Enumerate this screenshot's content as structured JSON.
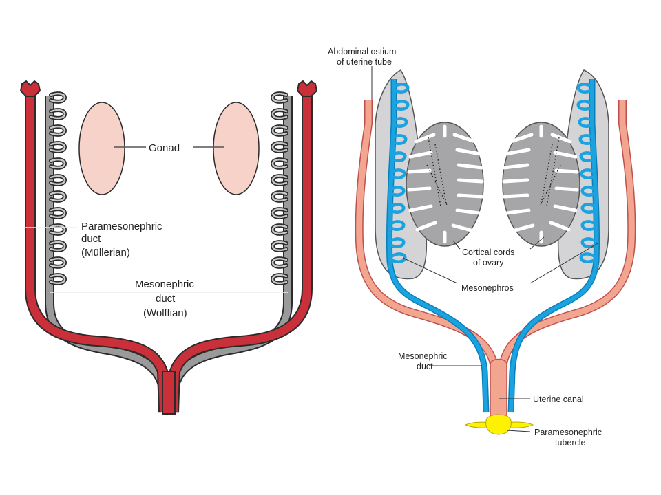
{
  "left_figure": {
    "labels": {
      "gonad": "Gonad",
      "paramesonephric_line1": "Paramesonephric",
      "paramesonephric_line2": "duct",
      "paramesonephric_line3": "(Müllerian)",
      "mesonephric_line1": "Mesonephric",
      "mesonephric_line2": "duct",
      "mesonephric_line3": "(Wolffian)"
    },
    "colors": {
      "paramesonephric_duct": "#c9303a",
      "mesonephric_duct": "#8f8f8f",
      "gonad": "#f6d2c9",
      "outline": "#2b2b2b"
    }
  },
  "right_figure": {
    "labels": {
      "abdominal_ostium_line1": "Abdominal ostium",
      "abdominal_ostium_line2": "of uterine tube",
      "cortical_cords_line1": "Cortical cords",
      "cortical_cords_line2": "of ovary",
      "mesonephros": "Mesonephros",
      "mesonephric_duct_line1": "Mesonephric",
      "mesonephric_duct_line2": "duct",
      "uterine_canal": "Uterine canal",
      "paramesonephric_tubercle_line1": "Paramesonephric",
      "paramesonephric_tubercle_line2": "tubercle"
    },
    "colors": {
      "mesonephric_duct": "#1aa3e0",
      "paramesonephric_duct": "#f2a58f",
      "paramesonephric_outline": "#c0504d",
      "mesonephros": "#d4d4d6",
      "ovary": "#a6a6a8",
      "tubercle": "#fff200"
    }
  }
}
